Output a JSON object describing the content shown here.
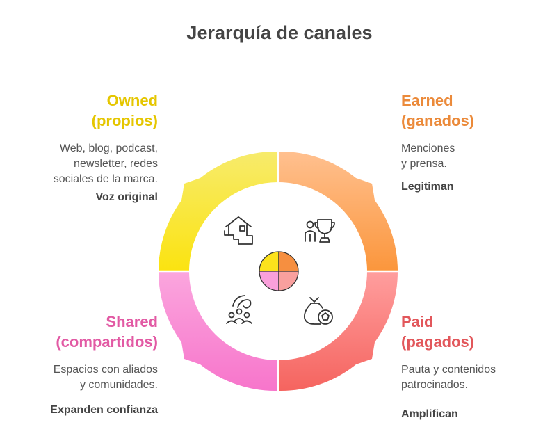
{
  "title": "Jerarquía de canales",
  "colors": {
    "owned": "#F5CB00",
    "earned": "#EF8A3E",
    "shared": "#E9559E",
    "paid": "#E5575A"
  },
  "quadrants": {
    "owned": {
      "heading_1": "Owned",
      "heading_2": "(propios)",
      "description": "Web, blog, podcast,\nnewsletter, redes\nsociales de la marca.",
      "tag": "Voz original",
      "icon": "house-stairs-icon"
    },
    "earned": {
      "heading_1": "Earned",
      "heading_2": "(ganados)",
      "description": "Menciones\ny prensa.",
      "tag": "Legitiman",
      "icon": "person-trophy-icon"
    },
    "shared": {
      "heading_1": "Shared",
      "heading_2": "(compartidos)",
      "description": "Espacios con aliados\ny comunidades.",
      "tag": "Expanden confianza",
      "icon": "community-icon"
    },
    "paid": {
      "heading_1": "Paid",
      "heading_2": "(pagados)",
      "description": "Pauta y contenidos\npatrocinados.",
      "tag": "Amplifican",
      "icon": "money-bag-coin-icon"
    }
  }
}
